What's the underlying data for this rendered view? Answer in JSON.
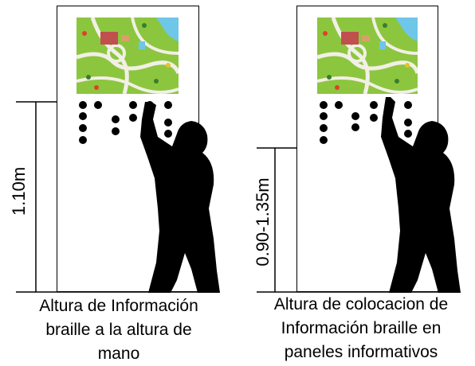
{
  "panels": [
    {
      "height_label": "1.10m",
      "caption_lines": [
        "Altura de Información",
        "braille a la altura de",
        "mano"
      ]
    },
    {
      "height_label": "0.90-1.35m",
      "caption_lines": [
        "Altura de colocacion de",
        "Información braille en",
        "paneles informativos"
      ]
    }
  ],
  "colors": {
    "line": "#000000",
    "map_green": "#8cc63f",
    "map_path": "#f2efe6",
    "map_water": "#6ec6e8",
    "map_building": "#c0504d"
  }
}
